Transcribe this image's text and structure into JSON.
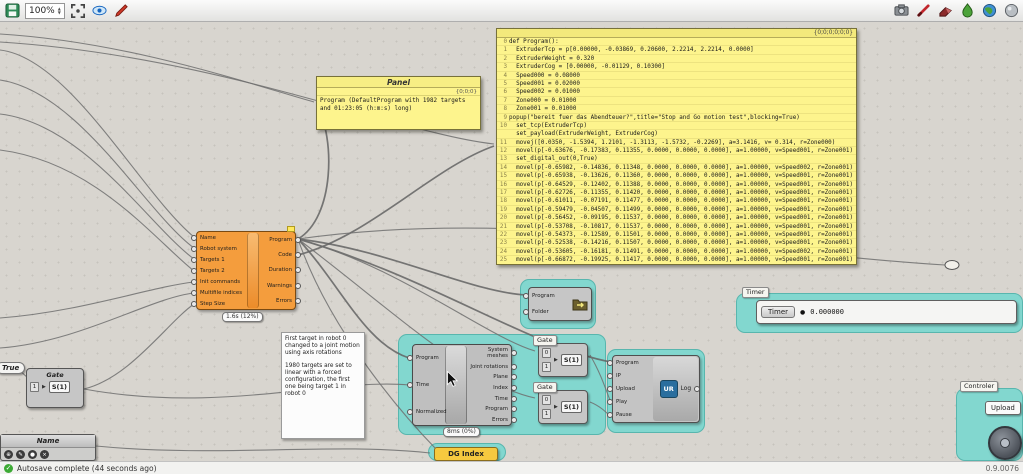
{
  "toolbar": {
    "zoom": "100%"
  },
  "code_panel": {
    "header": "{0;0;0;0;0;0}",
    "lines": [
      {
        "n": "0",
        "t": "def Program():"
      },
      {
        "n": "1",
        "t": "  ExtruderTcp = p[0.00000, -0.03869, 0.20600, 2.2214, 2.2214, 0.0000]"
      },
      {
        "n": "2",
        "t": "  ExtruderWeight = 0.320"
      },
      {
        "n": "3",
        "t": "  ExtruderCog = [0.00000, -0.01129, 0.10300]"
      },
      {
        "n": "4",
        "t": "  Speed000 = 0.08000"
      },
      {
        "n": "5",
        "t": "  Speed001 = 0.02000"
      },
      {
        "n": "6",
        "t": "  Speed002 = 0.01000"
      },
      {
        "n": "7",
        "t": "  Zone000 = 0.01000"
      },
      {
        "n": "8",
        "t": "  Zone001 = 0.01000"
      },
      {
        "n": "9",
        "t": "popup(\"bereit fuer das Abendteuer?\",title=\"Stop and Go motion test\",blocking=True)"
      },
      {
        "n": "10",
        "t": "  set_tcp(ExtruderTcp)"
      },
      {
        "n": "",
        "t": "  set_payload(ExtruderWeight, ExtruderCog)"
      },
      {
        "n": "11",
        "t": "  movej([0.0350, -1.5394, 1.2101, -1.3113, -1.5732, -0.2269], a=3.1416, v= 0.314, r=Zone000)"
      },
      {
        "n": "12",
        "t": "  movel(p[-0.63676, -0.17383, 0.11355, 0.0000, 0.0000, 0.0000], a=1.00000, v=Speed001, r=Zone001)"
      },
      {
        "n": "13",
        "t": "  set_digital_out(0,True)"
      },
      {
        "n": "14",
        "t": "  movel(p[-0.65982, -0.14836, 0.11348, 0.0000, 0.0000, 0.0000], a=1.00000, v=Speed002, r=Zone001)"
      },
      {
        "n": "15",
        "t": "  movel(p[-0.65938, -0.13626, 0.11360, 0.0000, 0.0000, 0.0000], a=1.00000, v=Speed001, r=Zone001)"
      },
      {
        "n": "16",
        "t": "  movel(p[-0.64529, -0.12402, 0.11388, 0.0000, 0.0000, 0.0000], a=1.00000, v=Speed001, r=Zone001)"
      },
      {
        "n": "17",
        "t": "  movel(p[-0.62726, -0.11355, 0.11420, 0.0000, 0.0000, 0.0000], a=1.00000, v=Speed001, r=Zone001)"
      },
      {
        "n": "18",
        "t": "  movel(p[-0.61011, -0.07191, 0.11477, 0.0000, 0.0000, 0.0000], a=1.00000, v=Speed001, r=Zone001)"
      },
      {
        "n": "19",
        "t": "  movel(p[-0.59479, -0.04507, 0.11499, 0.0000, 0.0000, 0.0000], a=1.00000, v=Speed001, r=Zone001)"
      },
      {
        "n": "20",
        "t": "  movel(p[-0.56452, -0.09195, 0.11537, 0.0000, 0.0000, 0.0000], a=1.00000, v=Speed001, r=Zone001)"
      },
      {
        "n": "21",
        "t": "  movel(p[-0.53708, -0.10817, 0.11537, 0.0000, 0.0000, 0.0000], a=1.00000, v=Speed001, r=Zone001)"
      },
      {
        "n": "22",
        "t": "  movel(p[-0.54373, -0.12589, 0.11501, 0.0000, 0.0000, 0.0000], a=1.00000, v=Speed001, r=Zone001)"
      },
      {
        "n": "23",
        "t": "  movel(p[-0.52538, -0.14216, 0.11507, 0.0000, 0.0000, 0.0000], a=1.00000, v=Speed001, r=Zone001)"
      },
      {
        "n": "24",
        "t": "  movel(p[-0.53605, -0.16181, 0.11491, 0.0000, 0.0000, 0.0000], a=1.00000, v=Speed002, r=Zone001)"
      },
      {
        "n": "25",
        "t": "  movel(p[-0.66872, -0.19925, 0.11417, 0.0000, 0.0000, 0.0000], a=1.00000, v=Speed001, r=Zone001)"
      }
    ]
  },
  "panel_node": {
    "title": "Panel",
    "header": "{0;0;0}",
    "text": "Program (DefaultProgram with 1982 targets and 01:23:05 (h:m:s) long)"
  },
  "program_node": {
    "inputs": [
      "Name",
      "Robot system",
      "Targets 1",
      "Targets 2",
      "Init commands",
      "Multifile indices",
      "Step Size"
    ],
    "outputs": [
      "Program",
      "Code",
      "Duration",
      "Warnings",
      "Errors"
    ],
    "runtime": "1.6s (12%)"
  },
  "note": {
    "line1": "First target in robot 0 changed to a joint motion using axis rotations",
    "line2": "1980 targets are set to linear with a forced configuration, the first one being target 1 in robot 0"
  },
  "simulation_node": {
    "inputs": [
      "Program",
      "Time",
      "Normalized"
    ],
    "outputs": [
      "System meshes",
      "Joint rotations",
      "Plane",
      "Index",
      "Time",
      "Program",
      "Errors"
    ],
    "runtime": "8ms (0%)"
  },
  "program_folder_node": {
    "row1": "Program",
    "row2": "Folder"
  },
  "gates": [
    {
      "title": "Gate",
      "in_top": "0",
      "in_bottom": "1",
      "tag": "S(1)"
    },
    {
      "title": "Gate",
      "in_top": "0",
      "in_bottom": "1",
      "tag": "S(1)"
    },
    {
      "title": "Gate",
      "in_top": "0",
      "in_bottom": "1",
      "tag": "S(1)"
    }
  ],
  "remote_node": {
    "inputs": [
      "Program",
      "IP",
      "Upload",
      "Play",
      "Pause"
    ],
    "icon_text": "UR",
    "log_label": "Log"
  },
  "timer_group": {
    "label": "Timer",
    "button": "Timer",
    "value": "0.000000"
  },
  "controller_group": {
    "label": "Controler",
    "upload_button": "Upload"
  },
  "true_toggle": {
    "label": "True"
  },
  "name_panel": {
    "title": "Name"
  },
  "dg_index_node": {
    "label": "DG Index"
  },
  "status_bar": {
    "autosave": "Autosave complete (44 seconds ago)",
    "version": "0.9.0076"
  }
}
